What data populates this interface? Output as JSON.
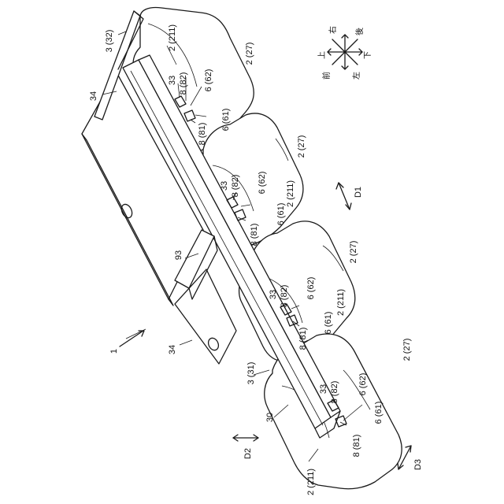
{
  "labels": {
    "l_3_32": "3 (32)",
    "l_34_top": "34",
    "l_34_bot": "34",
    "l_93": "93",
    "l_1": "1",
    "l_30": "30",
    "l_3_31": "3 (31)",
    "l_2_211_a": "2 (211)",
    "l_2_211_b": "2 (211)",
    "l_2_211_c": "2 (211)",
    "l_2_211_d": "2 (211)",
    "l_2_27_a": "2 (27)",
    "l_2_27_b": "2 (27)",
    "l_2_27_c": "2 (27)",
    "l_2_27_d": "2 (27)",
    "l_33_a": "33",
    "l_33_b": "33",
    "l_33_c": "33",
    "l_33_d": "33",
    "l_8_82_a": "8 (82)",
    "l_8_82_b": "8 (82)",
    "l_8_82_c": "8 (82)",
    "l_8_82_d": "8 (82)",
    "l_6_62_a": "6 (62)",
    "l_6_62_b": "6 (62)",
    "l_6_62_c": "6 (62)",
    "l_6_62_d": "6 (62)",
    "l_6_61_a": "6 (61)",
    "l_6_61_b": "6 (61)",
    "l_6_61_c": "6 (61)",
    "l_6_61_d": "6 (61)",
    "l_8_81_a": "8 (81)",
    "l_8_81_b": "8 (81)",
    "l_8_81_c": "8 (81)",
    "l_8_81_d": "8 (81)",
    "l_D1": "D1",
    "l_D2": "D2",
    "l_D3": "D3"
  },
  "direction_legend": {
    "up": "上",
    "down": "下",
    "front": "前",
    "back": "後",
    "left": "左",
    "right": "右"
  }
}
